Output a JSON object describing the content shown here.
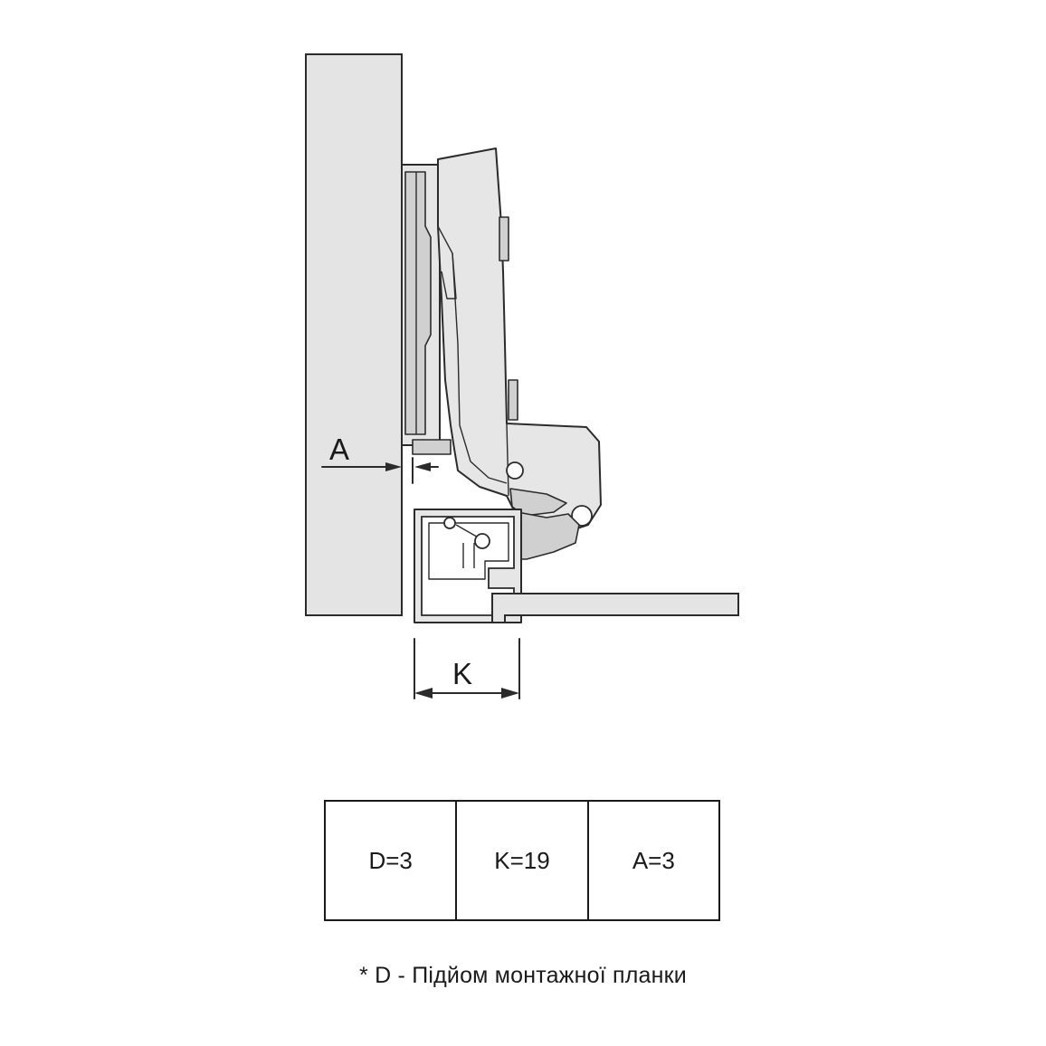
{
  "dimensions": {
    "a_label": "A",
    "k_label": "K"
  },
  "spec_table": {
    "cells": [
      {
        "key": "D",
        "text": "D=3"
      },
      {
        "key": "K",
        "text": "K=19"
      },
      {
        "key": "A",
        "text": "A=3"
      }
    ]
  },
  "footnote": "* D - Підйом монтажної планки",
  "colors": {
    "line": "#2b2b2b",
    "panel_fill": "#e4e4e4",
    "metal_fill": "#e6e6e6",
    "background": "#ffffff"
  }
}
